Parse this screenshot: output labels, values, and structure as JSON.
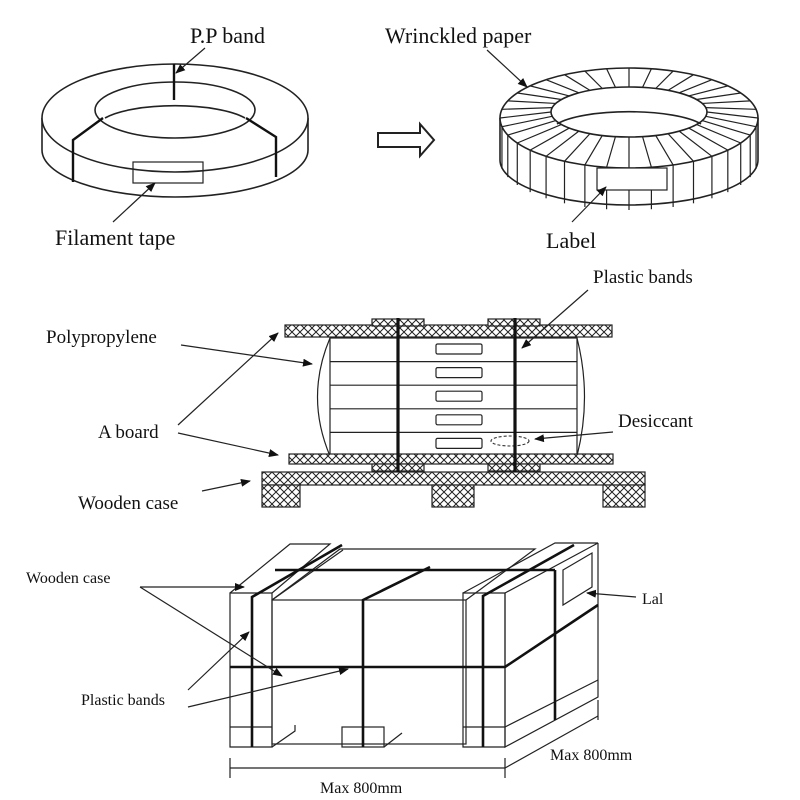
{
  "title": "Coil packaging diagram",
  "section_1": {
    "left_coil": {
      "labels": {
        "pp_band": "P.P band",
        "filament_tape": "Filament tape"
      }
    },
    "transition_arrow": "right-arrow-icon",
    "right_coil": {
      "labels": {
        "wrinkled_paper": "Wrinckled paper",
        "label": "Label"
      }
    }
  },
  "section_2": {
    "labels": {
      "plastic_bands": "Plastic bands",
      "polypropylene": "Polypropylene",
      "a_board": "A board",
      "desiccant": "Desiccant",
      "wooden_case": "Wooden case"
    },
    "stacked_coils": 5
  },
  "section_3": {
    "labels": {
      "wooden_case": "Wooden case",
      "plastic_bands": "Plastic bands",
      "label": "Lal"
    },
    "dimensions": {
      "length": "Max 800mm",
      "depth": "Max 800mm"
    }
  }
}
